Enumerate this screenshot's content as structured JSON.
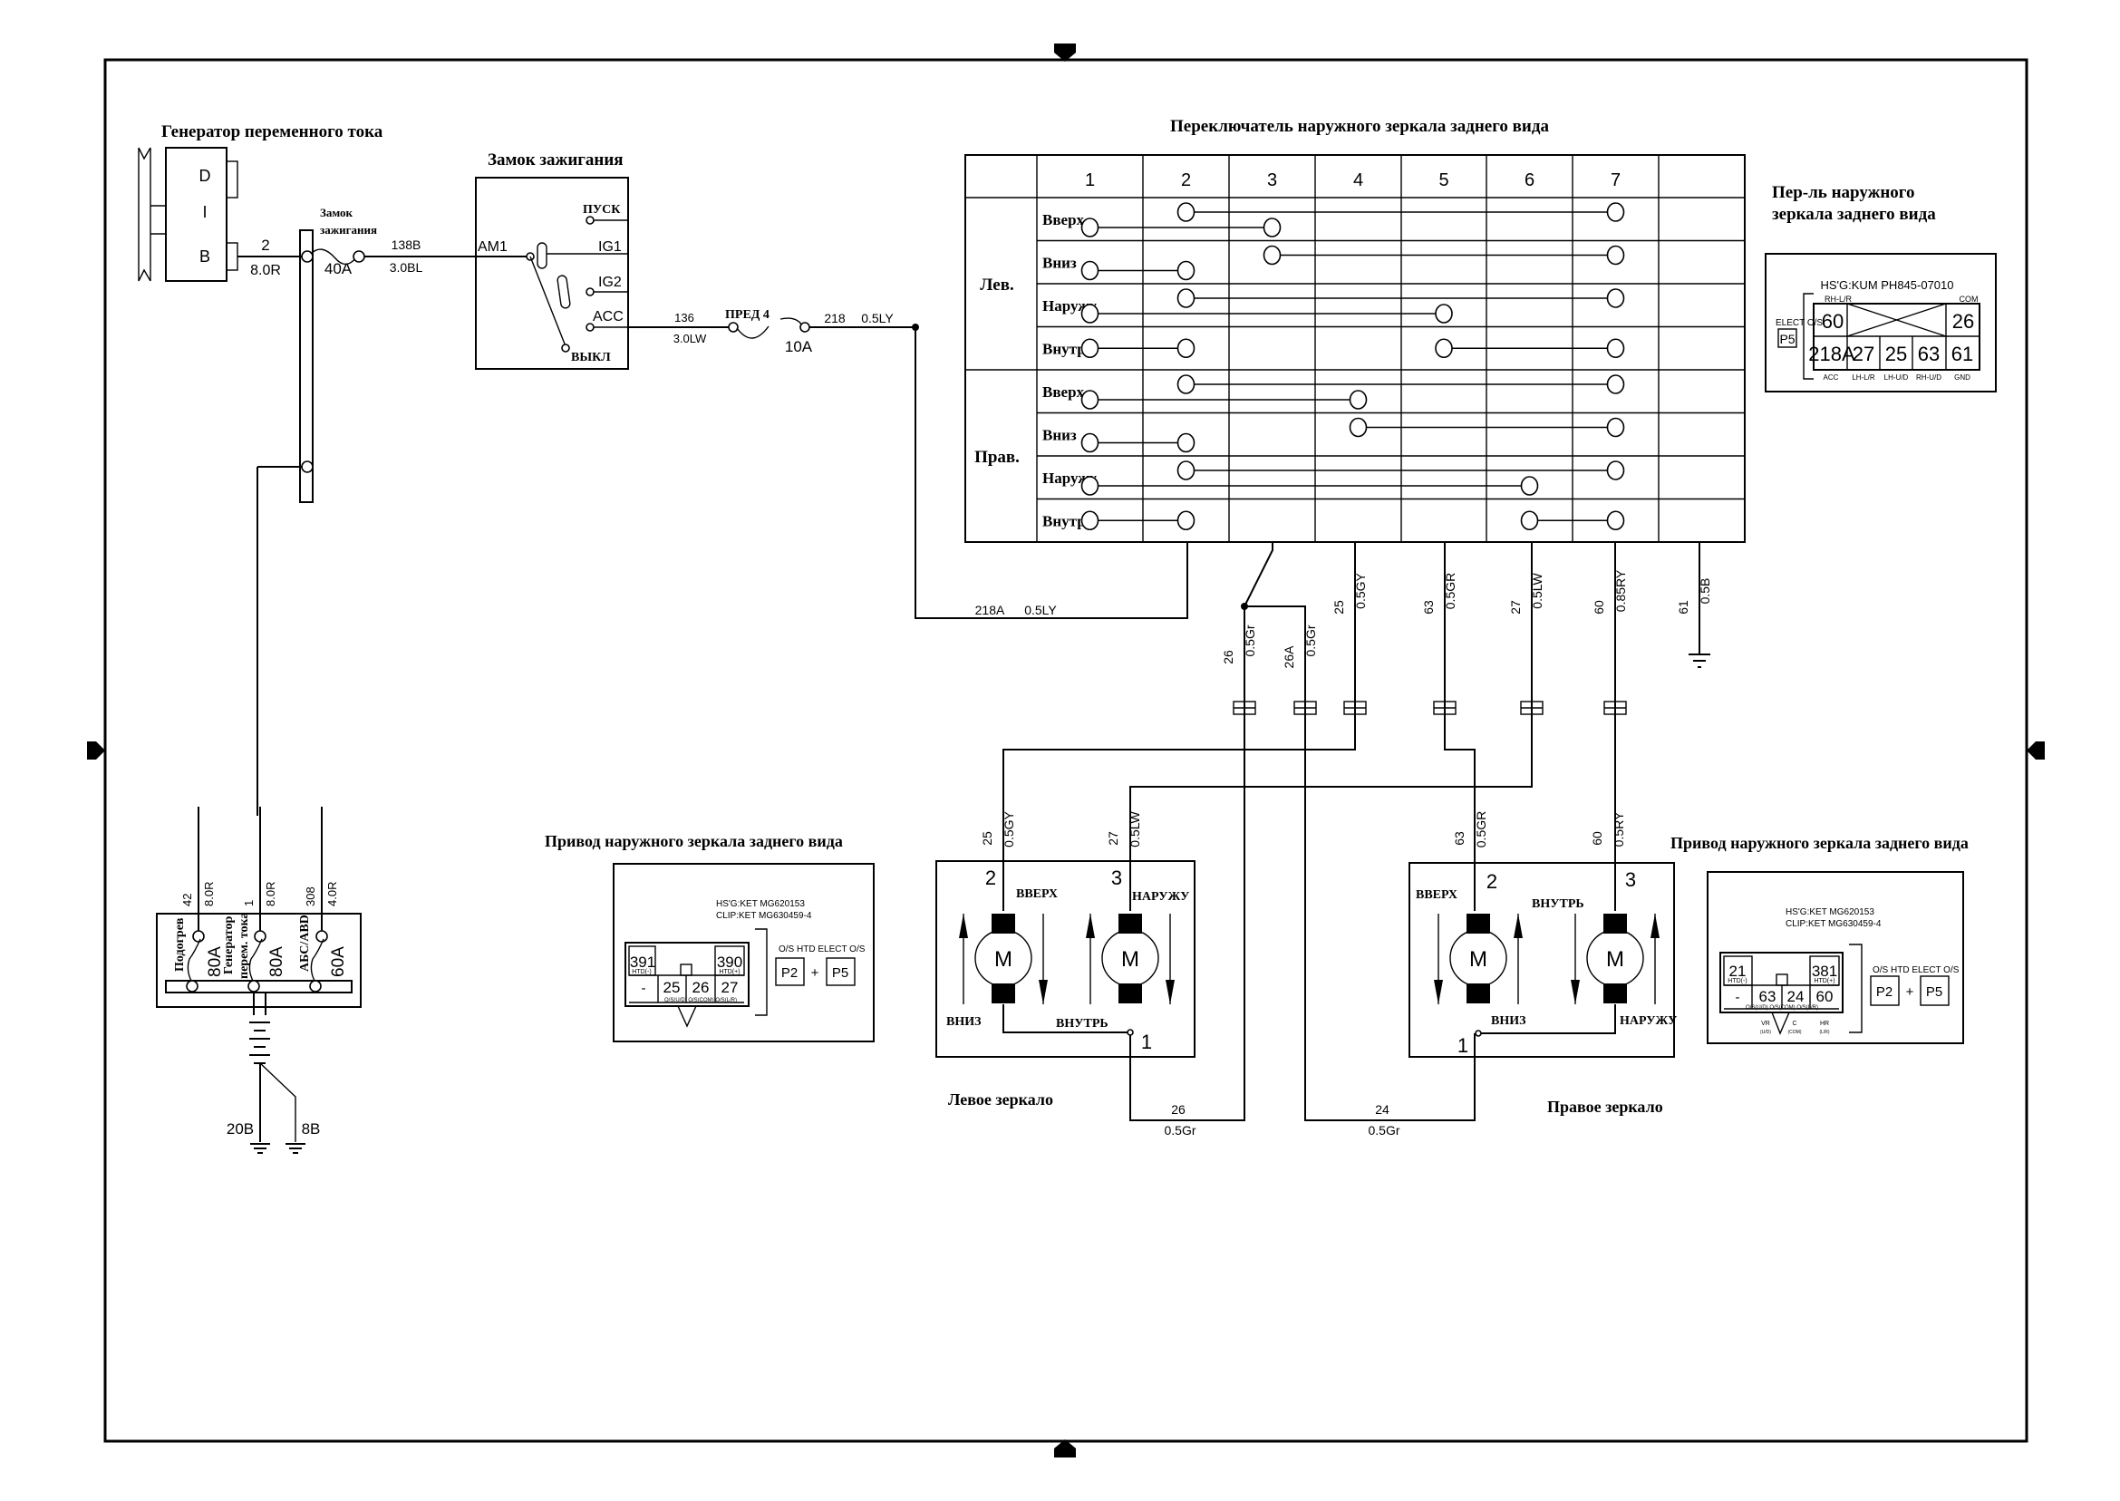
{
  "titles": {
    "alternator": "Генератор переменного тока",
    "ignition": "Замок зажигания",
    "switch": "Переключатель наружного зеркала заднего вида",
    "switch_connector": [
      "Пер-ль наружного",
      "зеркала заднего вида"
    ],
    "actuator_left": "Привод наружного зеркала заднего вида",
    "actuator_right": "Привод наружного зеркала заднего вида",
    "left_mirror": "Левое зеркало",
    "right_mirror": "Правое зеркало"
  },
  "alternator": {
    "terminals": [
      "D",
      "I",
      "B"
    ],
    "wire_no": "2",
    "wire_spec": "8.0R"
  },
  "main_fuse": {
    "label": [
      "Замок",
      "зажигания"
    ],
    "rating": "40A",
    "wire_no": "138B",
    "wire_spec": "3.0BL"
  },
  "ignition_switch": {
    "input": "AM1",
    "positions": [
      "ПУСК",
      "IG1",
      "IG2",
      "ACC",
      "ВЫКЛ"
    ]
  },
  "fuse_pred4": {
    "in_wire_no": "136",
    "in_wire_spec": "3.0LW",
    "label": "ПРЕД 4",
    "rating": "10A",
    "out_wire_no": "218",
    "out_wire_spec": "0.5LY"
  },
  "feed_wire": {
    "no": "218A",
    "spec": "0.5LY"
  },
  "switch_table": {
    "columns": [
      "1",
      "2",
      "3",
      "4",
      "5",
      "6",
      "7"
    ],
    "groups": [
      {
        "name": "Лев.",
        "rows": [
          {
            "label": "Вверх",
            "links": [
              [
                2,
                7
              ],
              [
                1,
                3
              ]
            ]
          },
          {
            "label": "Вниз",
            "links": [
              [
                3,
                7
              ],
              [
                1,
                2
              ]
            ]
          },
          {
            "label": "Наружу",
            "links": [
              [
                2,
                7
              ],
              [
                1,
                5
              ]
            ]
          },
          {
            "label": "Внутрь",
            "links": [
              [
                1,
                2
              ],
              [
                5,
                7
              ]
            ]
          }
        ]
      },
      {
        "name": "Прав.",
        "rows": [
          {
            "label": "Вверх",
            "links": [
              [
                1,
                4
              ],
              [
                2,
                7
              ]
            ]
          },
          {
            "label": "Вниз",
            "links": [
              [
                1,
                2
              ],
              [
                4,
                7
              ]
            ]
          },
          {
            "label": "Наружу",
            "links": [
              [
                1,
                6
              ],
              [
                2,
                7
              ]
            ]
          },
          {
            "label": "Внутрь",
            "links": [
              [
                1,
                2
              ],
              [
                6,
                7
              ]
            ]
          }
        ]
      }
    ]
  },
  "switch_wires": [
    {
      "no": "26",
      "spec": "0.5Gr"
    },
    {
      "no": "26A",
      "spec": "0.5Gr"
    },
    {
      "no": "25",
      "spec": "0.5GY"
    },
    {
      "no": "63",
      "spec": "0.5GR"
    },
    {
      "no": "27",
      "spec": "0.5LW"
    },
    {
      "no": "60",
      "spec": "0.85RY"
    },
    {
      "no": "61",
      "spec": "0.5B"
    }
  ],
  "switch_connector": {
    "part": "HS'G:KUM PH845-07010",
    "top_labels": [
      "RH-L/R",
      "COM"
    ],
    "top_pins": [
      "60",
      "26"
    ],
    "bottom_pins": [
      "218A",
      "27",
      "25",
      "63",
      "61"
    ],
    "bottom_labels": [
      "ACC",
      "LH-L/R",
      "LH-U/D",
      "RH-U/D",
      "GND"
    ],
    "side_label": "ELECT O/S",
    "side_code": "P5"
  },
  "actuator_left": {
    "part": [
      "HS'G:KET MG620153",
      "CLIP:KET MG630459-4"
    ],
    "top_pins": [
      {
        "no": "391",
        "sub": "HTD(-)"
      },
      {
        "no": "390",
        "sub": "HTD(+)"
      }
    ],
    "bottom_pins": [
      "-",
      "25",
      "26",
      "27"
    ],
    "bottom_sub": "O/S(U/D) O/S(COM) O/S(L/R)",
    "legend": "O/S HTD ELECT O/S",
    "codes": [
      "P2",
      "+",
      "P5"
    ]
  },
  "actuator_right": {
    "part": [
      "HS'G:KET MG620153",
      "CLIP:KET MG630459-4"
    ],
    "top_pins": [
      {
        "no": "21",
        "sub": "HTD(-)"
      },
      {
        "no": "381",
        "sub": "HTD(+)"
      }
    ],
    "bottom_pins": [
      "-",
      "63",
      "24",
      "60"
    ],
    "bottom_sub": "O/S(U/D) O/S(COM) O/S(L/R)",
    "motor_labels": [
      "VR",
      "(U/D)",
      "C",
      "(COM)",
      "HR",
      "(L/R)"
    ],
    "legend": "O/S HTD ELECT O/S",
    "codes": [
      "P2",
      "+",
      "P5"
    ]
  },
  "left_mirror": {
    "wires": [
      {
        "no": "25",
        "spec": "0.5GY"
      },
      {
        "no": "27",
        "spec": "0.5LW"
      }
    ],
    "pins": [
      "2",
      "3",
      "1"
    ],
    "motor": "M",
    "labels": [
      "ВВЕРХ",
      "НАРУЖУ",
      "ВНИЗ",
      "ВНУТРЬ"
    ],
    "return_wire": {
      "no": "26",
      "spec": "0.5Gr"
    }
  },
  "right_mirror": {
    "wires": [
      {
        "no": "63",
        "spec": "0.5GR"
      },
      {
        "no": "60",
        "spec": "0.5RY"
      }
    ],
    "pins": [
      "2",
      "3",
      "1"
    ],
    "motor": "M",
    "labels": [
      "ВВЕРХ",
      "ВНУТРЬ",
      "ВНИЗ",
      "НАРУЖУ"
    ],
    "return_wire": {
      "no": "24",
      "spec": "0.5Gr"
    }
  },
  "fusible_links": {
    "items": [
      {
        "label": "Подогрев",
        "wire_no": "42",
        "wire_spec": "8.0R",
        "rating": "80A"
      },
      {
        "label": "Генератор перем. тока",
        "wire_no": "1",
        "wire_spec": "8.0R",
        "rating": "80A"
      },
      {
        "label": "АБС/ABD",
        "wire_no": "308",
        "wire_spec": "4.0R",
        "rating": "60A"
      }
    ],
    "grounds": [
      "20B",
      "8B"
    ]
  }
}
